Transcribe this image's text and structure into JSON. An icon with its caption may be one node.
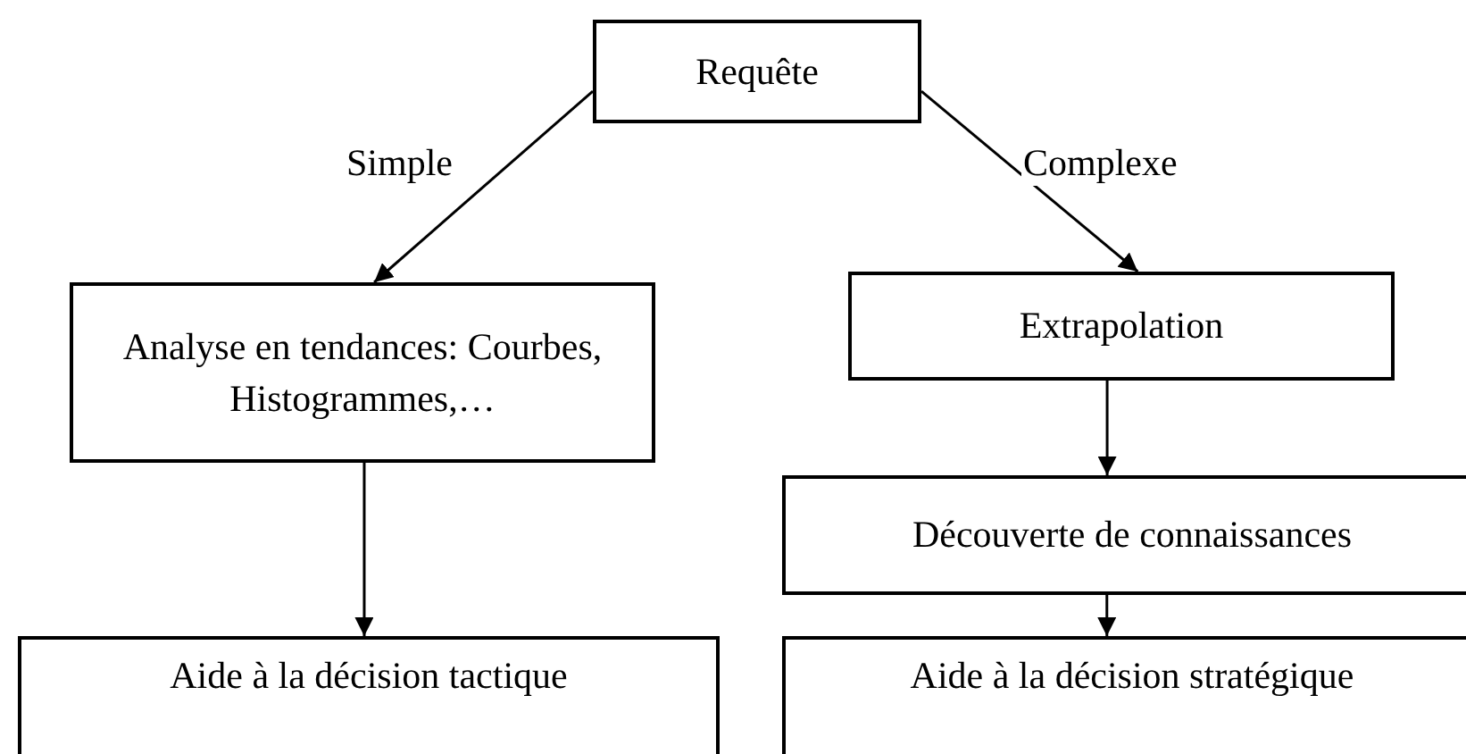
{
  "diagram": {
    "nodes": [
      {
        "text": [
          "Requête"
        ]
      },
      {
        "text": [
          "Analyse en tendances: Courbes, Histogrammes,…"
        ]
      },
      {
        "text": [
          "Extrapolation"
        ]
      },
      {
        "text": [
          "Découverte de connaissances"
        ]
      },
      {
        "text": [
          "Aide à la décision tactique"
        ]
      },
      {
        "text": [
          "Aide à la décision stratégique"
        ]
      }
    ],
    "edges": [
      {
        "from": 0,
        "to": 1,
        "arrow": "to",
        "label": "Simple"
      },
      {
        "from": 0,
        "to": 2,
        "arrow": "to",
        "label": "Complexe"
      },
      {
        "from": 1,
        "to": 4,
        "arrow": "to"
      },
      {
        "from": 2,
        "to": 3,
        "arrow": "to"
      },
      {
        "from": 3,
        "to": 5,
        "arrow": "to"
      }
    ]
  }
}
